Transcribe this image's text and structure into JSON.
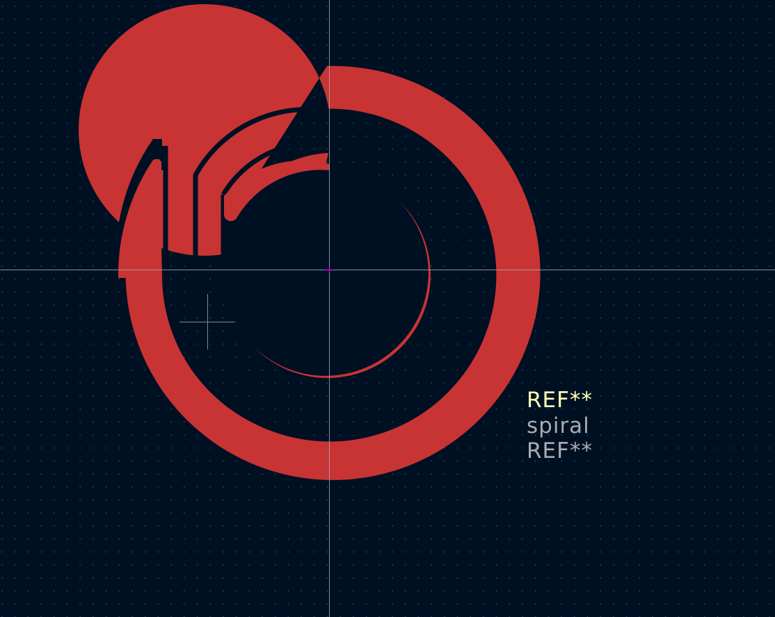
{
  "footprint": {
    "reference": "REF**",
    "value": "spiral",
    "fab_reference": "REF**"
  },
  "colors": {
    "background": "#001023",
    "grid_dot": "#3A4A63",
    "axis_line": "#9CA7B5",
    "copper": "#C83434",
    "reference_text": "#FFFFB4",
    "value_text": "#A9ACB1",
    "origin_marker": "#D200D2",
    "cursor": "#7E8A9A"
  },
  "icons": {
    "origin": "origin-marker-icon",
    "cursor": "crosshair-cursor-icon"
  }
}
